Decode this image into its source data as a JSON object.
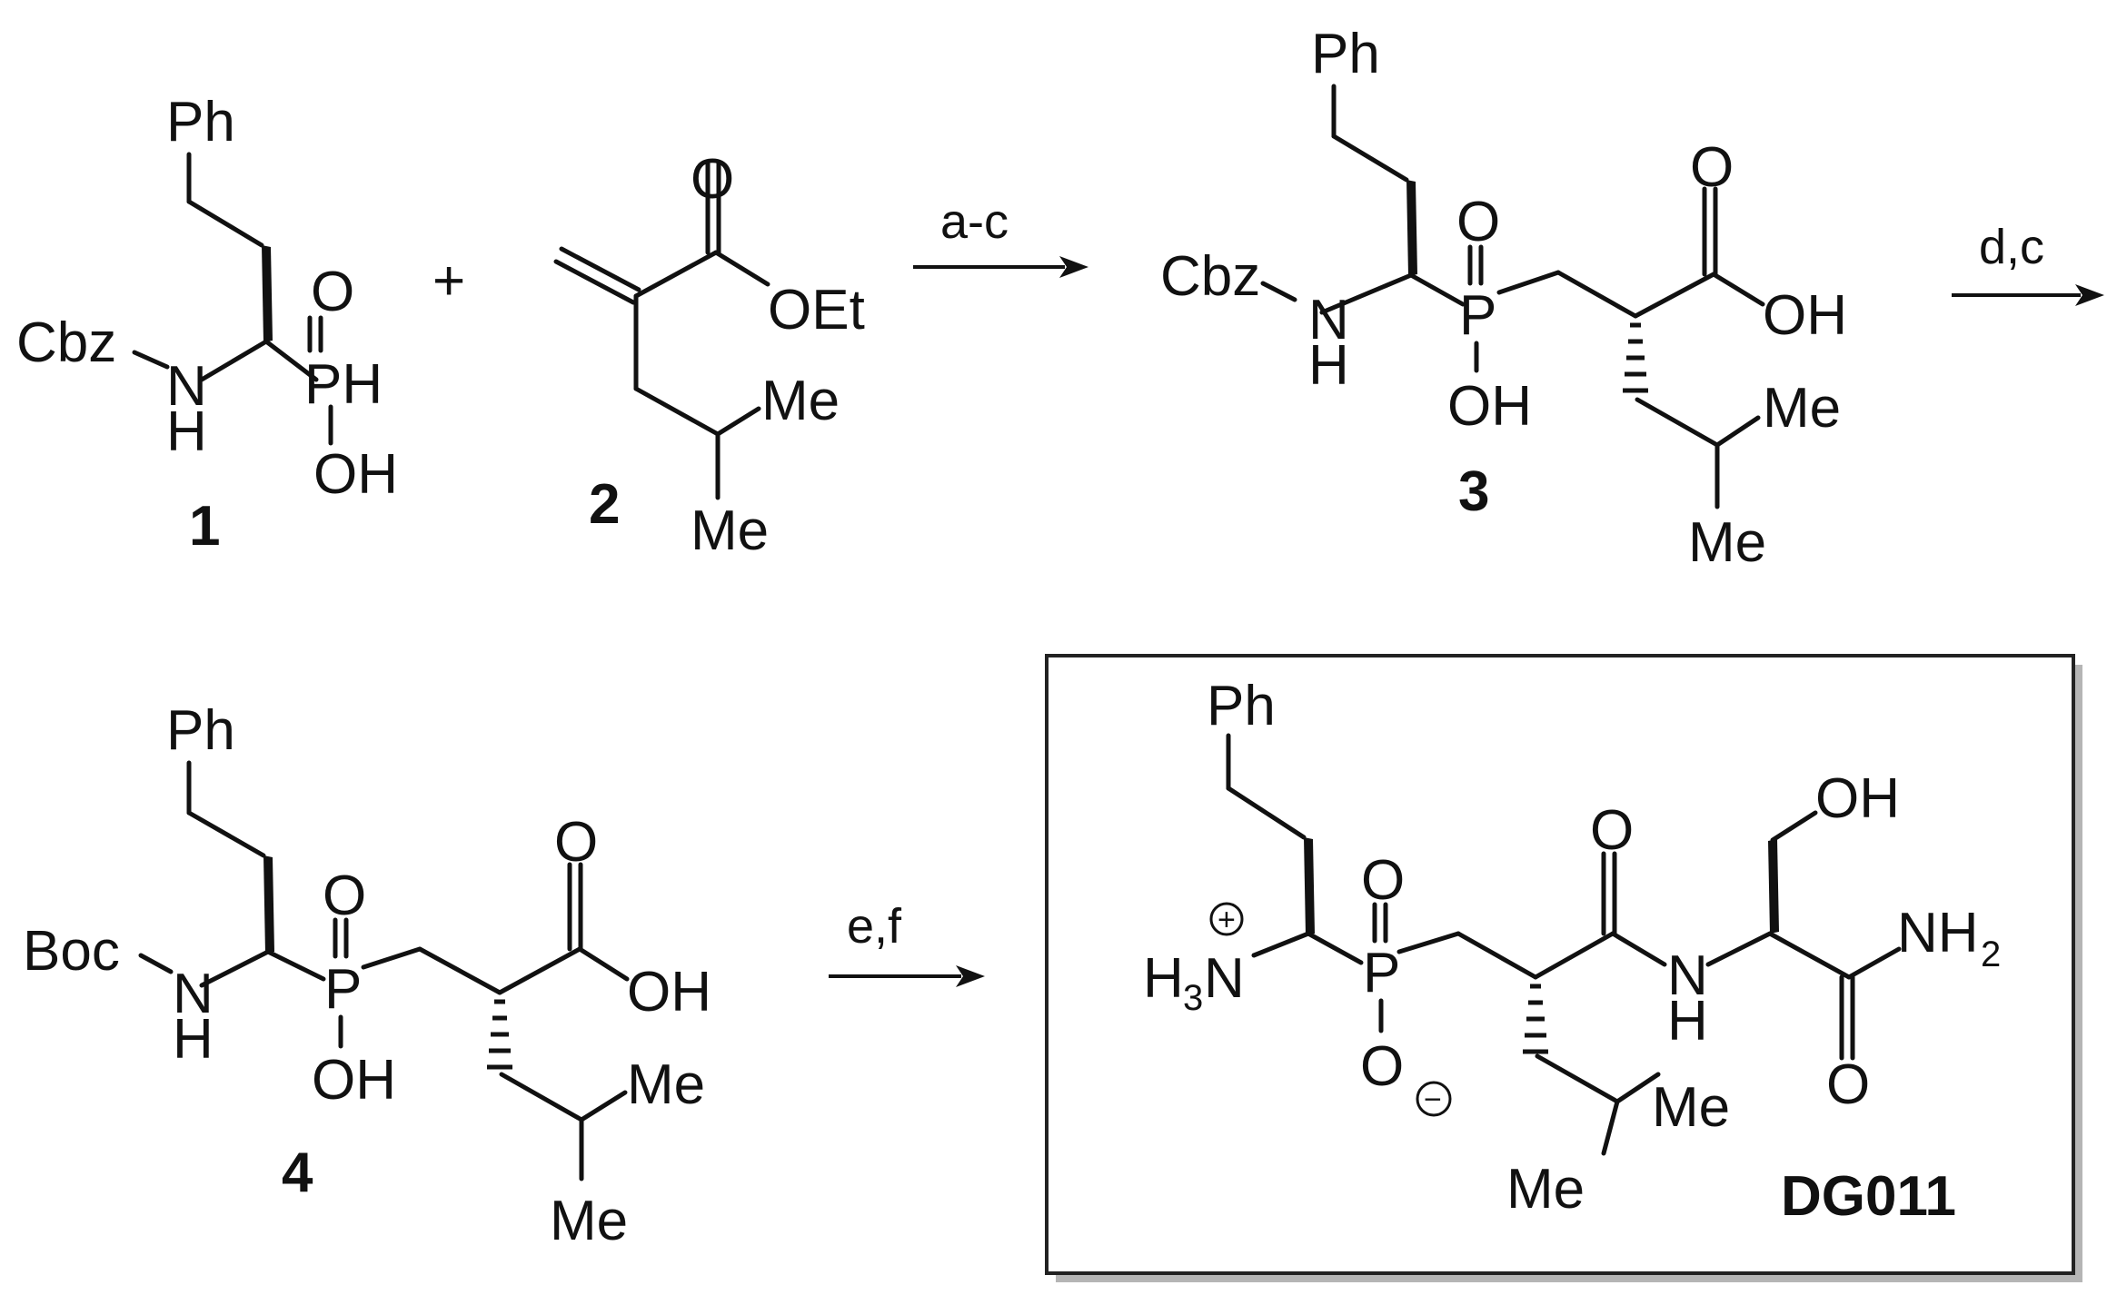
{
  "scheme": {
    "compound_1": {
      "label": "1",
      "atoms": {
        "ph": "Ph",
        "cbz": "Cbz",
        "n": "N",
        "nh": "H",
        "o": "O",
        "ph_group": "PH",
        "oh": "OH"
      }
    },
    "plus_sign": "+",
    "compound_2": {
      "label": "2",
      "atoms": {
        "o": "O",
        "oet": "OEt",
        "me1": "Me",
        "me2": "Me"
      }
    },
    "step_1": {
      "conditions": "a-c"
    },
    "compound_3": {
      "label": "3",
      "atoms": {
        "ph": "Ph",
        "cbz": "Cbz",
        "n": "N",
        "nh": "H",
        "o": "O",
        "p": "P",
        "p_oh": "OH",
        "acid_o": "O",
        "acid_oh": "OH",
        "me1": "Me",
        "me2": "Me"
      }
    },
    "step_2": {
      "conditions": "d,c"
    },
    "compound_4": {
      "label": "4",
      "atoms": {
        "ph": "Ph",
        "boc": "Boc",
        "n": "N",
        "nh": "H",
        "o": "O",
        "p": "P",
        "p_oh": "OH",
        "acid_o": "O",
        "acid_oh": "OH",
        "me1": "Me",
        "me2": "Me"
      }
    },
    "step_3": {
      "conditions": "e,f"
    },
    "product": {
      "label": "DG011",
      "atoms": {
        "ph": "Ph",
        "h3": "H",
        "h3_sub": "3",
        "n": "N",
        "plus": "+",
        "po": "O",
        "p": "P",
        "o_minus": "O",
        "minus": "−",
        "amide_o": "O",
        "amide_n": "N",
        "amide_h": "H",
        "oh": "OH",
        "nh2": "NH",
        "nh2_sub": "2",
        "term_o": "O",
        "me1": "Me",
        "me2": "Me"
      }
    }
  }
}
